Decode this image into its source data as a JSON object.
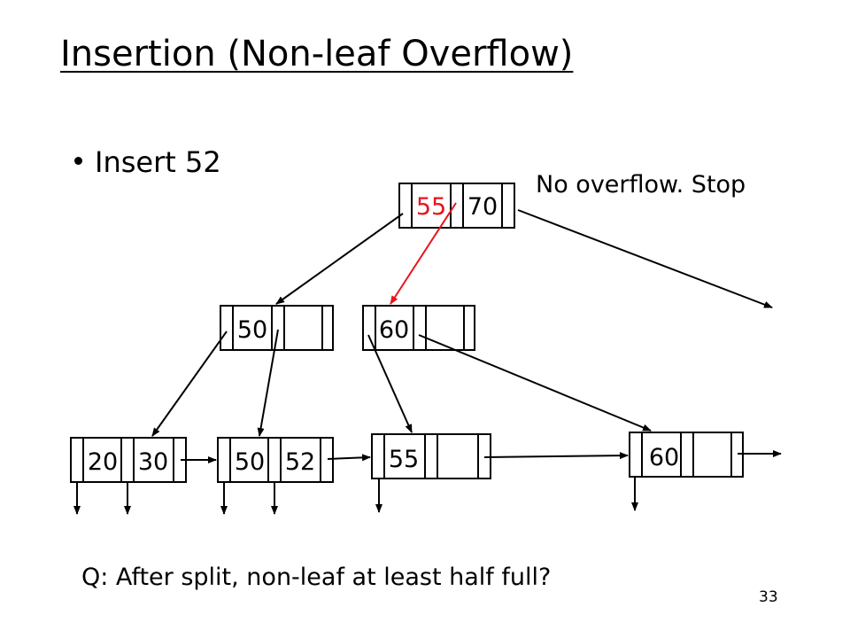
{
  "slide": {
    "title": "Insertion (Non-leaf Overflow)",
    "bullet": "Insert 52",
    "note": "No overflow. Stop",
    "question": "Q: After split, non-leaf at least half full?",
    "page_number": "33"
  },
  "colors": {
    "highlight": "#e8141c",
    "line": "#000000"
  },
  "tree": {
    "root": {
      "keys": [
        "55",
        "70"
      ],
      "highlighted_key": "55"
    },
    "internal": [
      {
        "keys": [
          "50",
          ""
        ]
      },
      {
        "keys": [
          "60",
          ""
        ]
      }
    ],
    "leaves": [
      {
        "keys": [
          "20",
          "30"
        ]
      },
      {
        "keys": [
          "50",
          "52"
        ]
      },
      {
        "keys": [
          "55",
          ""
        ]
      },
      {
        "keys": [
          "60",
          ""
        ]
      }
    ]
  }
}
